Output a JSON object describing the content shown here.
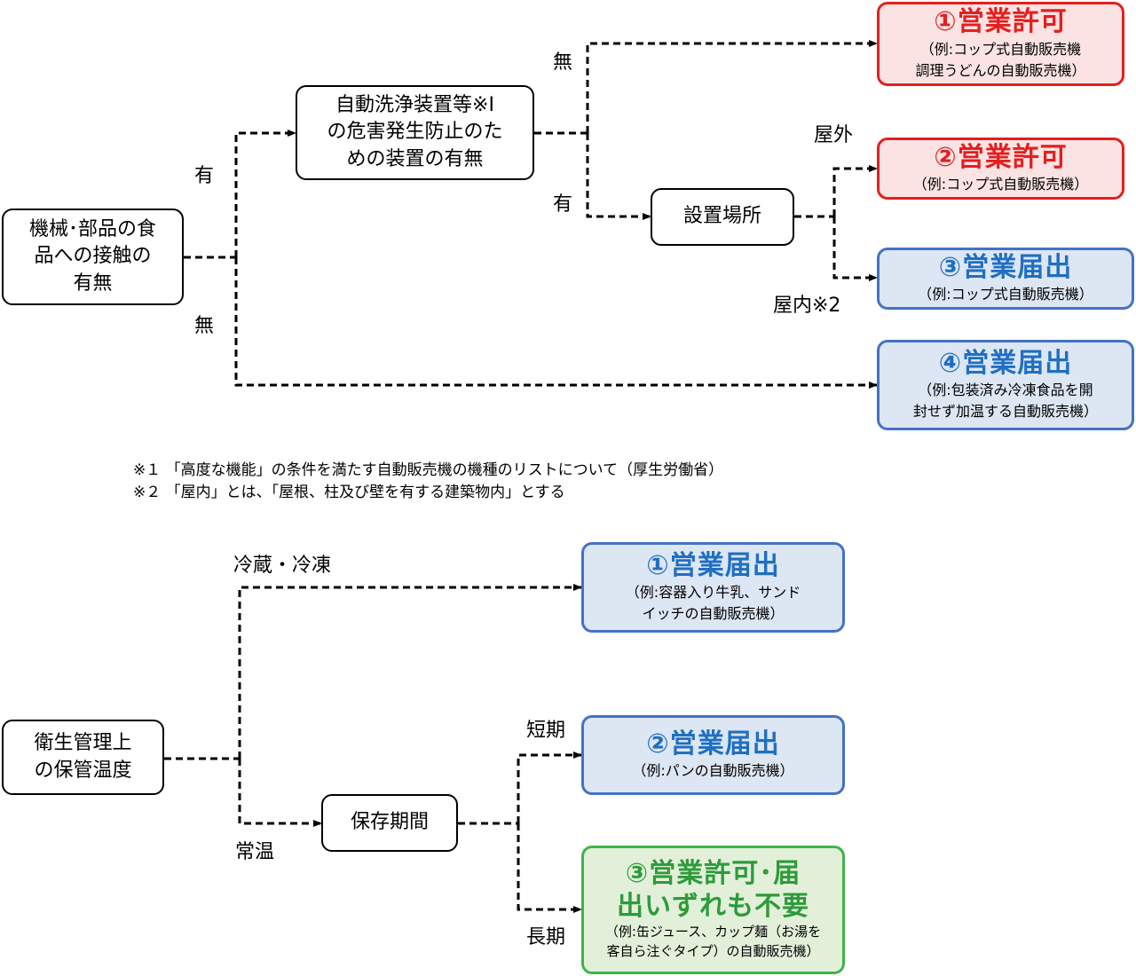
{
  "diagram1": {
    "nodes": {
      "contact": "機械･部品の食\n品への接触の\n有無",
      "washer": "自動洗浄装置等※Ⅰ\nの危害発生防止のた\nめの装置の有無",
      "location": "設置場所"
    },
    "edges": {
      "yes_left": "有",
      "no_left": "無",
      "no_mid": "無",
      "yes_mid": "有",
      "outdoor": "屋外",
      "indoor": "屋内※2"
    },
    "results": [
      {
        "title": "①営業許可",
        "example": "（例:コップ式自動販売機\n調理うどんの自動販売機）",
        "color": "red"
      },
      {
        "title": "②営業許可",
        "example": "（例:コップ式自動販売機）",
        "color": "red"
      },
      {
        "title": "③営業届出",
        "example": "（例:コップ式自動販売機）",
        "color": "blue"
      },
      {
        "title": "④営業届出",
        "example": "（例:包装済み冷凍食品を開\n封せず加温する自動販売機）",
        "color": "blue"
      }
    ]
  },
  "notes": [
    "※１ 「高度な機能」の条件を満たす自動販売機の機種のリストについて（厚生労働省）",
    "※２ 「屋内」とは、「屋根、柱及び壁を有する建築物内」とする"
  ],
  "diagram2": {
    "nodes": {
      "temperature": "衛生管理上\nの保管温度",
      "period": "保存期間"
    },
    "edges": {
      "cold": "冷蔵・冷凍",
      "room": "常温",
      "short": "短期",
      "long": "長期"
    },
    "results": [
      {
        "title": "①営業届出",
        "example": "（例:容器入り牛乳、サンド\nイッチの自動販売機）",
        "color": "blue"
      },
      {
        "title": "②営業届出",
        "example": "（例:パンの自動販売機）",
        "color": "blue"
      },
      {
        "title": "③営業許可･届\n出いずれも不要",
        "example": "（例:缶ジュース、カップ麺（お湯を\n客自ら注ぐタイプ）の自動販売機）",
        "color": "green"
      }
    ]
  },
  "colors": {
    "red_border": "#e41f1f",
    "red_fill": "#fbe3e3",
    "blue_border": "#4472c4",
    "blue_fill": "#dde6f3",
    "green_border": "#3fb34a",
    "green_fill": "#e2f0d9"
  }
}
